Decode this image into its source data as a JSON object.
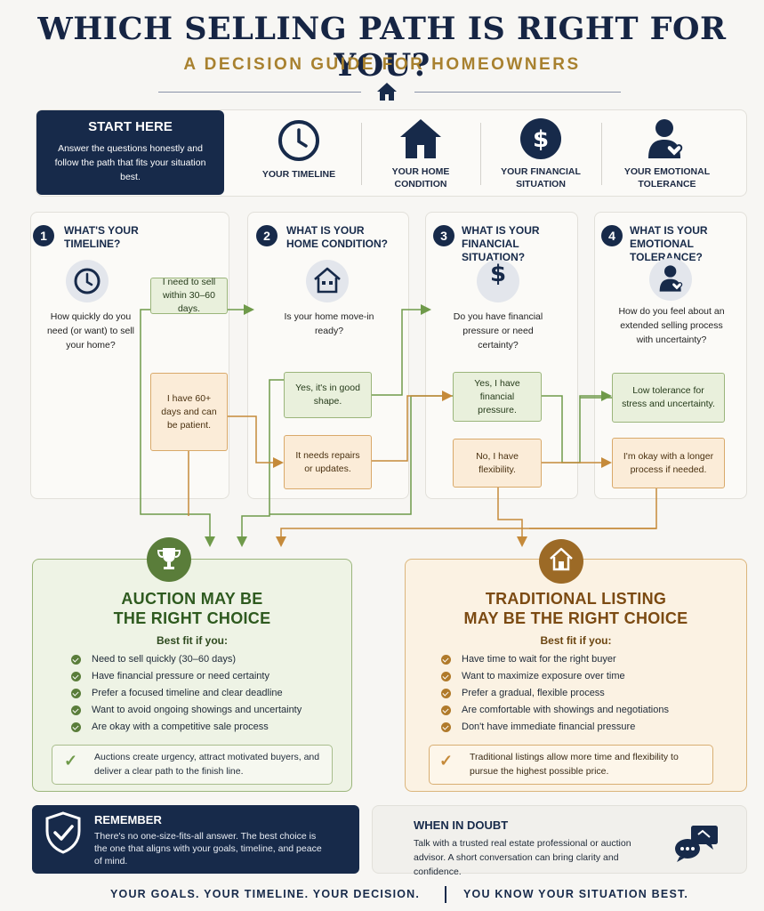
{
  "header": {
    "title": "WHICH SELLING PATH IS RIGHT FOR YOU?",
    "subtitle": "A DECISION GUIDE FOR HOMEOWNERS"
  },
  "start": {
    "heading": "START HERE",
    "body": "Answer the questions honestly and follow the path that fits your situation best."
  },
  "factors": [
    {
      "label": "YOUR TIMELINE",
      "icon": "clock-icon"
    },
    {
      "label": "YOUR HOME CONDITION",
      "icon": "house-icon"
    },
    {
      "label": "YOUR FINANCIAL SITUATION",
      "icon": "dollar-icon"
    },
    {
      "label": "YOUR EMOTIONAL TOLERANCE",
      "icon": "person-heart-icon"
    }
  ],
  "questions": [
    {
      "num": "1",
      "heading": "WHAT'S YOUR TIMELINE?",
      "question": "How quickly do you need (or want) to sell your home?",
      "options": [
        "I need to sell within 30–60 days.",
        "I have 60+ days and can be patient."
      ]
    },
    {
      "num": "2",
      "heading": "WHAT IS YOUR HOME CONDITION?",
      "question": "Is your home move-in ready?",
      "options": [
        "Yes, it's in good shape.",
        "It needs repairs or updates."
      ]
    },
    {
      "num": "3",
      "heading": "WHAT IS YOUR FINANCIAL SITUATION?",
      "question": "Do you have financial pressure or need certainty?",
      "options": [
        "Yes, I have financial pressure.",
        "No, I have flexibility."
      ]
    },
    {
      "num": "4",
      "heading": "WHAT IS YOUR EMOTIONAL TOLERANCE?",
      "question": "How do you feel about an extended selling process with uncertainty?",
      "options": [
        "Low tolerance for stress and uncertainty.",
        "I'm okay with a longer process if needed."
      ]
    }
  ],
  "auction": {
    "title_line1": "AUCTION MAY BE",
    "title_line2": "THE RIGHT CHOICE",
    "bestfit": "Best fit if you:",
    "items": [
      "Need to sell quickly (30–60 days)",
      "Have financial pressure or need certainty",
      "Prefer a focused timeline and clear deadline",
      "Want to avoid ongoing showings and uncertainty",
      "Are okay with a competitive sale process"
    ],
    "note": "Auctions create urgency, attract motivated buyers, and deliver a clear path to the finish line.",
    "color": "#5a7d3a"
  },
  "traditional": {
    "title_line1": "TRADITIONAL LISTING",
    "title_line2": "MAY BE THE RIGHT CHOICE",
    "bestfit": "Best fit if you:",
    "items": [
      "Have time to wait for the right buyer",
      "Want to maximize exposure over time",
      "Prefer a gradual, flexible process",
      "Are comfortable with showings and negotiations",
      "Don't have immediate financial pressure"
    ],
    "note": "Traditional listings allow more time and flexibility to pursue the highest possible price.",
    "color": "#b07a2a"
  },
  "remember": {
    "heading": "REMEMBER",
    "body": "There's no one-size-fits-all answer. The best choice is the one that aligns with your goals, timeline, and peace of mind."
  },
  "doubt": {
    "heading": "WHEN IN DOUBT",
    "body": "Talk with a trusted real estate professional or auction advisor. A short conversation can bring clarity and confidence."
  },
  "footer": {
    "left": "YOUR GOALS. YOUR TIMELINE.  YOUR DECISION.",
    "right": "YOU KNOW YOUR SITUATION BEST."
  }
}
